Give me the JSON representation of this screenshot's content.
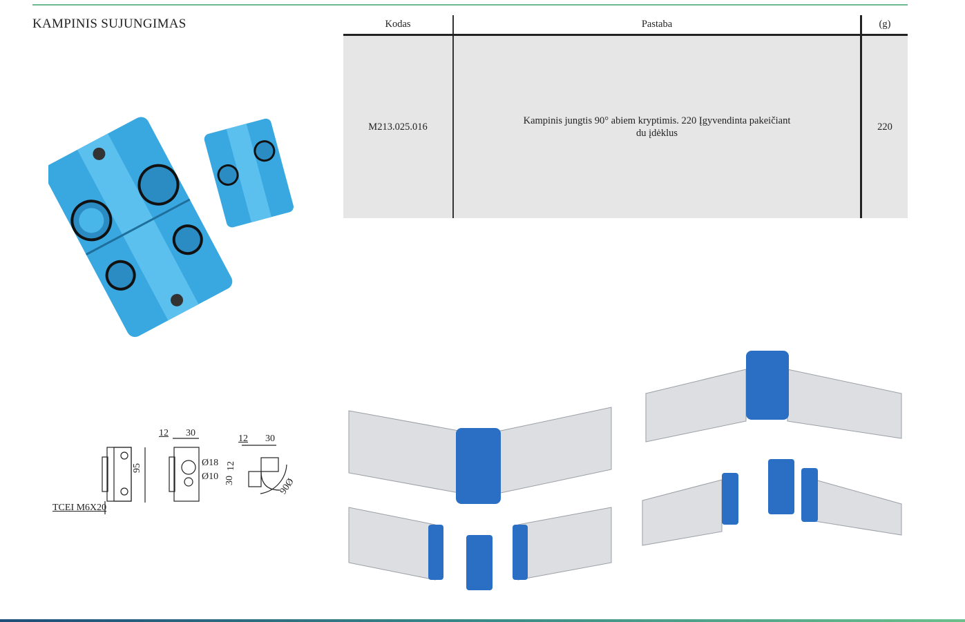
{
  "title": "KAMPINIS SUJUNGIMAS",
  "table": {
    "headers": [
      "Kodas",
      "Pastaba",
      "(g)"
    ],
    "rows": [
      {
        "code": "M213.025.016",
        "note": "Kampinis jungtis 90° abiem kryptimis. 220 Įgyvendinta pakeičiant du įdėklus",
        "weight": "220"
      }
    ]
  },
  "drawing": {
    "screw_label": "TCEI M6X20",
    "height": "95",
    "dims_front": [
      "12",
      "30"
    ],
    "diameters": [
      "Ø18",
      "Ø10"
    ],
    "dims_side_top": [
      "12",
      "30"
    ],
    "dims_side_left": [
      "30",
      "12"
    ],
    "angle": "90Ø"
  },
  "colors": {
    "accent": "#6cb98f",
    "part_blue": "#3aa8e0",
    "assembly_blue": "#2a6fc4"
  }
}
